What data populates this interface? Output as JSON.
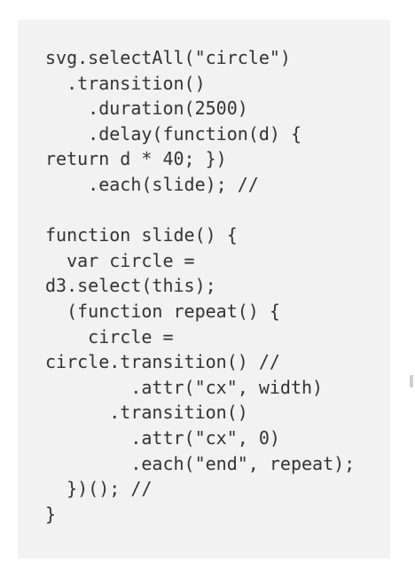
{
  "code": {
    "lines": [
      "svg.selectAll(\"circle\")",
      "  .transition()",
      "    .duration(2500)",
      "    .delay(function(d) {",
      "return d * 40; })",
      "    .each(slide); //",
      "",
      "function slide() {",
      "  var circle =",
      "d3.select(this);",
      "  (function repeat() {",
      "    circle =",
      "circle.transition() //",
      "        .attr(\"cx\", width)",
      "      .transition()",
      "        .attr(\"cx\", 0)",
      "        .each(\"end\", repeat);",
      "  })(); //",
      "}"
    ]
  },
  "colors": {
    "panel_background": "#f2f2f2",
    "text": "#333333",
    "page_background": "#ffffff"
  }
}
